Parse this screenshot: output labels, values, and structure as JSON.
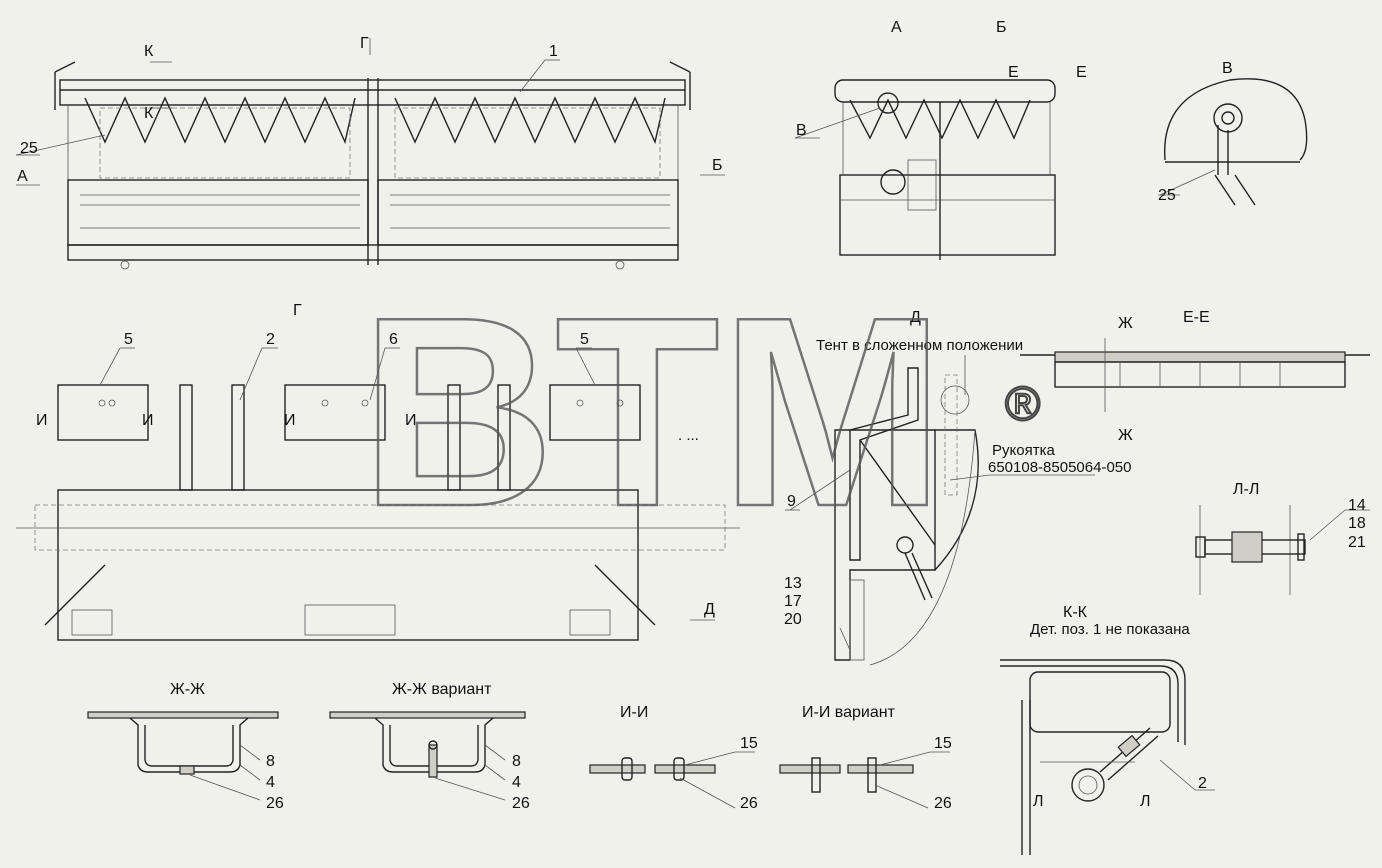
{
  "drawing": {
    "views": {
      "front": {
        "k_top": "К",
        "k_mid": "К",
        "g": "Г",
        "a": "А",
        "b": "Б",
        "pos1": "1",
        "pos25": "25"
      },
      "side": {
        "a": "А",
        "b": "Б",
        "e1": "Е",
        "e2": "Е",
        "v": "В"
      },
      "detail_v": {
        "title": "В",
        "pos25": "25"
      },
      "plan_g": {
        "title": "Г",
        "pos5a": "5",
        "pos2": "2",
        "pos6": "6",
        "pos5b": "5",
        "i1": "И",
        "i2": "И",
        "i3": "И",
        "i4": "И",
        "d": "Д",
        "dots": ". ..."
      },
      "view_d": {
        "title": "Д",
        "note": "Тент в сложенном положении",
        "handle_name": "Рукоятка",
        "handle_code": "650108-8505064-050",
        "pos9": "9",
        "pos13": "13",
        "pos17": "17",
        "pos20": "20"
      },
      "section_ee": {
        "title": "Е-Е",
        "zh_top": "Ж",
        "zh_bottom": "Ж"
      },
      "section_ll": {
        "title": "Л-Л",
        "pos14": "14",
        "pos18": "18",
        "pos21": "21"
      },
      "section_kk": {
        "title": "К-К",
        "note": "Дет. поз. 1 не показана",
        "l1": "Л",
        "l2": "Л",
        "pos2": "2"
      },
      "section_zhzh": {
        "title": "Ж-Ж",
        "pos8": "8",
        "pos4": "4",
        "pos26": "26"
      },
      "section_zhzh_var": {
        "title": "Ж-Ж  вариант",
        "pos8": "8",
        "pos4": "4",
        "pos26": "26"
      },
      "section_ii": {
        "title": "И-И",
        "pos15": "15",
        "pos26": "26"
      },
      "section_ii_var": {
        "title": "И-И вариант",
        "pos15": "15",
        "pos26": "26"
      }
    },
    "watermark": {
      "text": "BTM",
      "reg": "®"
    }
  }
}
